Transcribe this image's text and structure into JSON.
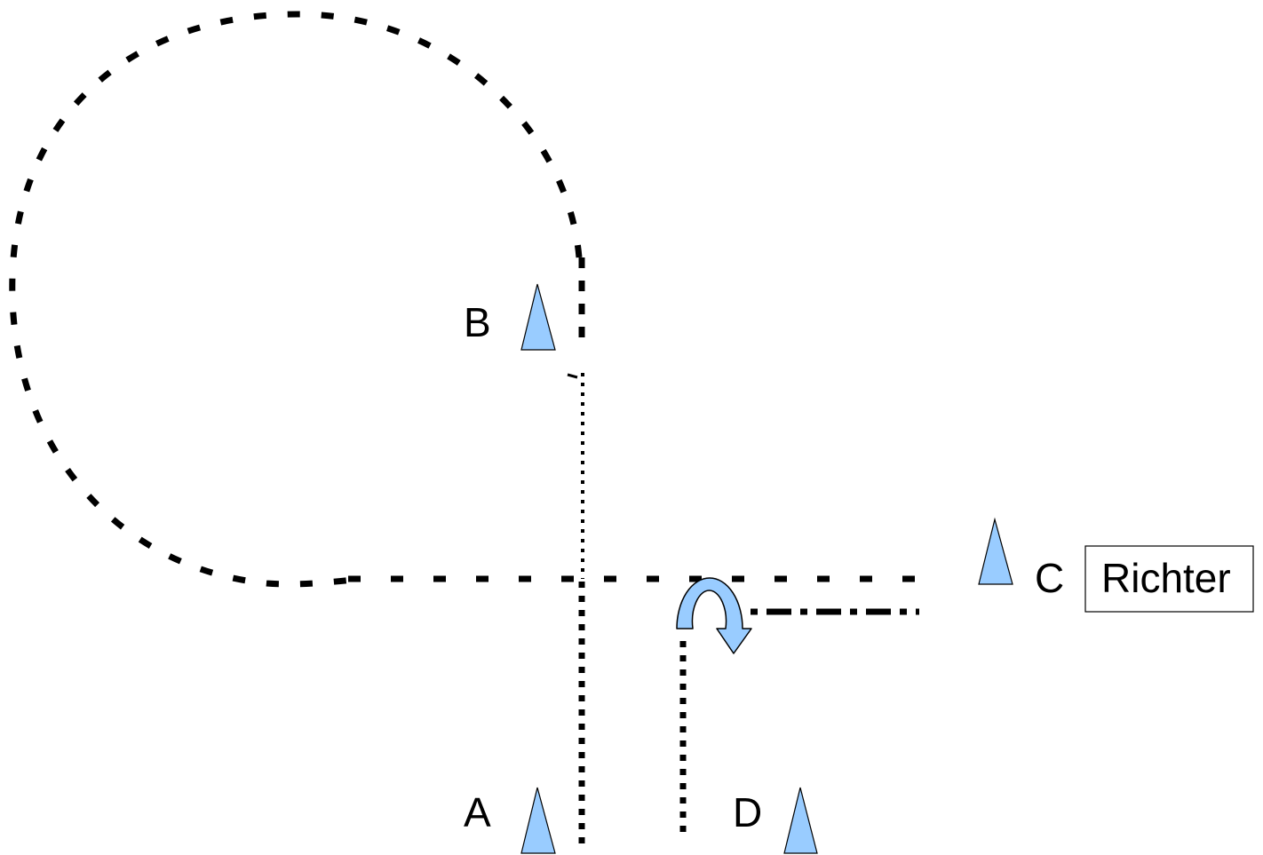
{
  "diagram": {
    "markers": {
      "a": "A",
      "b": "B",
      "c": "C",
      "d": "D"
    },
    "judge_box": "Richter",
    "cone_icon": "cone-triangle",
    "turn_icon": "u-turn-arrow"
  },
  "colors": {
    "cone_fill": "#99ccff",
    "line": "#000000",
    "background": "#ffffff"
  }
}
